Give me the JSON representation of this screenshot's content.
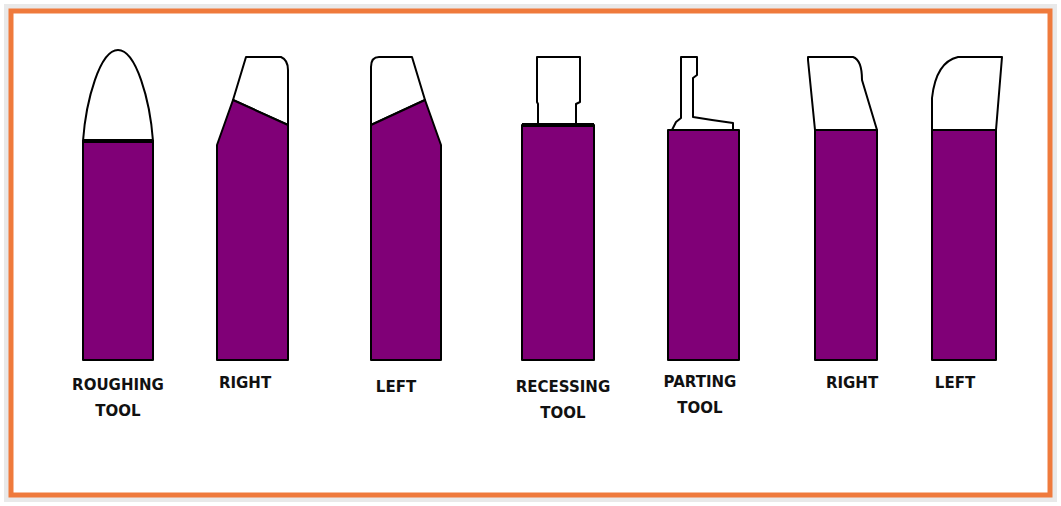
{
  "diagram": {
    "labels": [
      "ROUGHING TOOL",
      "RIGHT",
      "LEFT",
      "RECESSING TOOL",
      "PARTING TOOL",
      "RIGHT",
      "LEFT"
    ]
  }
}
